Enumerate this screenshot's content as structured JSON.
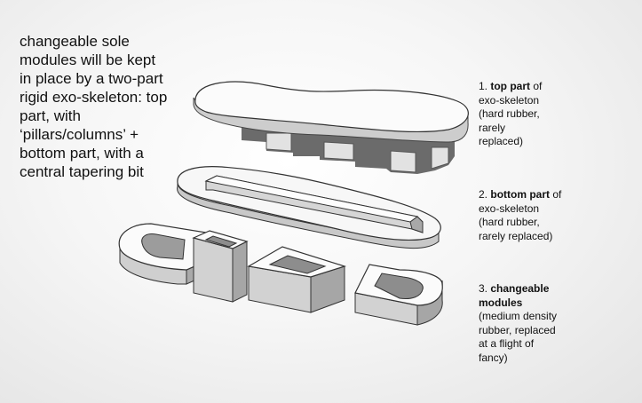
{
  "intro_lines": [
    "changeable sole",
    "modules will be kept",
    "in place by a two-part",
    "rigid exo-skeleton: top",
    "part, with",
    "‘pillars/columns’ +",
    "bottom part, with a",
    "central tapering bit"
  ],
  "notes": {
    "top": {
      "number": "1.",
      "title": "top part",
      "rest": "of",
      "lines": [
        "exo-skeleton",
        "(hard rubber,",
        "rarely",
        "replaced)"
      ]
    },
    "bottom": {
      "number": "2.",
      "title": "bottom part",
      "rest": "of",
      "lines": [
        "exo-skeleton",
        "(hard rubber,",
        "rarely replaced)"
      ]
    },
    "modules": {
      "number": "3.",
      "title_line1": "changeable",
      "title_line2": "modules",
      "lines": [
        "(medium density",
        "rubber, replaced",
        "at a flight of",
        "fancy)"
      ]
    }
  },
  "colors": {
    "face": "#fbfbfb",
    "side": "#cfcfcf",
    "dark": "#9a9a9a",
    "shadow": "#5a5a5a"
  }
}
